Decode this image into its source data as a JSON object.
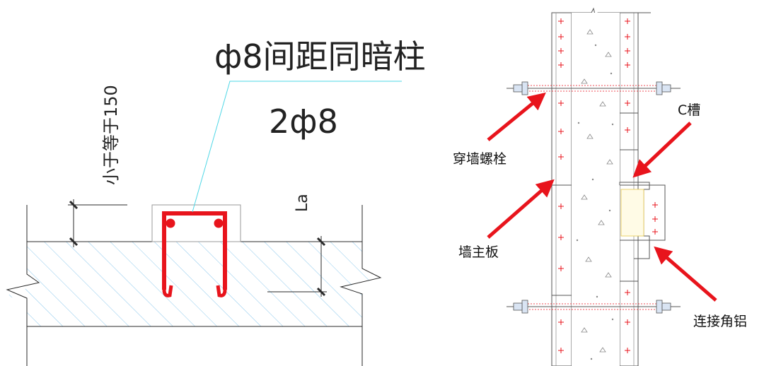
{
  "left_panel": {
    "rebar_note": "ф8间距同暗柱",
    "rebar_count": "2ф8",
    "spacing_note": "小于等于150",
    "anchorage_label": "La"
  },
  "right_panel": {
    "labels": {
      "c_channel": "C槽",
      "through_wall_bolt": "穿墙螺栓",
      "wall_main_panel": "墙主板",
      "connecting_angle": "连接角铝"
    }
  },
  "colors": {
    "rebar": "#e8141c",
    "arrow": "#e8141c",
    "leader": "#4fd7e6",
    "hatch": "#8cc8ec",
    "line": "#2a2a2a",
    "form_plus": "#e8141c"
  }
}
